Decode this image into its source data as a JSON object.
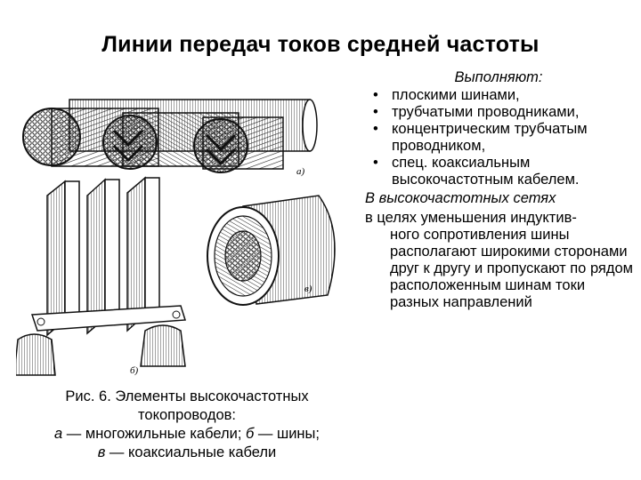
{
  "slide": {
    "title": "Линии передач токов средней частоты"
  },
  "figure": {
    "label_a": "а)",
    "label_b": "б)",
    "label_c": "в)",
    "caption": {
      "line1": "Рис. 6. Элементы высокочастотных",
      "line2": "токопроводов:",
      "line3_a": "а",
      "line3_text": " — многожильные кабели; ",
      "line3_b": "б",
      "line3_text2": " — шины;",
      "line4_c": "в",
      "line4_text": " — коаксиальные кабели"
    }
  },
  "text": {
    "intro": "Выполняют:",
    "bullets": [
      {
        "marker": "•",
        "text": "плоскими шинами,"
      },
      {
        "marker": "•",
        "text": "трубчатыми проводниками,"
      },
      {
        "marker": "•",
        "text": "концентрическим трубчатым проводником,"
      },
      {
        "marker": "•",
        "text": "спец. коаксиальным высокочастотным кабелем."
      }
    ],
    "hf_title": "В высокочастотных сетях",
    "hf_first": "в целях уменьшения индуктив-",
    "hf_rest": "ного сопротивления шины располагают широкими сторонами друг к другу и пропускают по рядом расположенным шинам токи разных направлений"
  }
}
